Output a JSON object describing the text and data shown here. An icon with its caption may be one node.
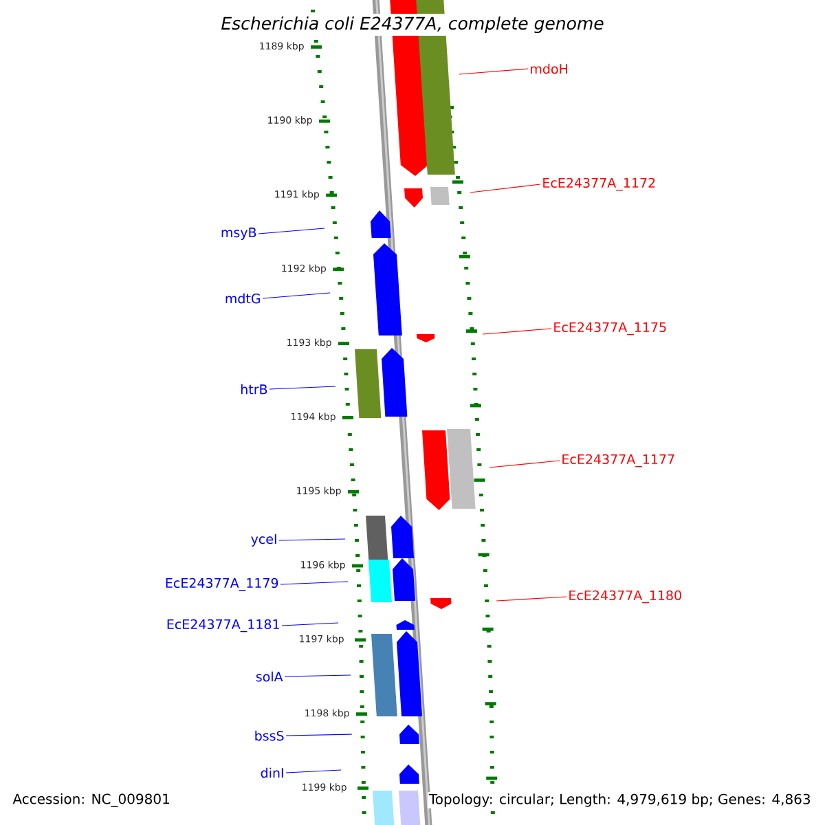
{
  "diagram": {
    "title": "Escherichia coli E24377A, complete genome",
    "nodes": [
      {
        "text": [
          "mdoH"
        ]
      },
      {
        "text": [
          "EcE24377A_1172"
        ]
      },
      {
        "text": [
          "msyB"
        ]
      },
      {
        "text": [
          "mdtG"
        ]
      },
      {
        "text": [
          "EcE24377A_1175"
        ]
      },
      {
        "text": [
          "htrB"
        ]
      },
      {
        "text": [
          "EcE24377A_1177"
        ]
      },
      {
        "text": [
          "yceI"
        ]
      },
      {
        "text": [
          "EcE24377A_1179"
        ]
      },
      {
        "text": [
          "EcE24377A_1180"
        ]
      },
      {
        "text": [
          "EcE24377A_1181"
        ]
      },
      {
        "text": [
          "solA"
        ]
      },
      {
        "text": [
          "bssS"
        ]
      },
      {
        "text": [
          "dinI"
        ]
      }
    ],
    "edges": [
      {
        "from": 0,
        "to": null,
        "arrow": "none",
        "color": "#ff0000"
      },
      {
        "from": 1,
        "to": null,
        "arrow": "none",
        "color": "#ff0000"
      },
      {
        "from": 2,
        "to": null,
        "arrow": "none"
      },
      {
        "from": 3,
        "to": null,
        "arrow": "none"
      },
      {
        "from": 4,
        "to": null,
        "arrow": "none",
        "color": "#ff0000"
      },
      {
        "from": 5,
        "to": null,
        "arrow": "none"
      },
      {
        "from": 6,
        "to": null,
        "arrow": "none",
        "color": "#ff0000"
      },
      {
        "from": 7,
        "to": null,
        "arrow": "none"
      },
      {
        "from": 8,
        "to": null,
        "arrow": "none"
      },
      {
        "from": 9,
        "to": null,
        "arrow": "none",
        "color": "#ff0000"
      },
      {
        "from": 10,
        "to": null,
        "arrow": "none"
      },
      {
        "from": 11,
        "to": null,
        "arrow": "none"
      },
      {
        "from": 12,
        "to": null,
        "arrow": "none"
      },
      {
        "from": 13,
        "to": null,
        "arrow": "none"
      }
    ],
    "labels": [
      "1189 kbp",
      "1190 kbp",
      "1191 kbp",
      "1192 kbp",
      "1193 kbp",
      "1194 kbp",
      "1195 kbp",
      "1196 kbp",
      "1197 kbp",
      "1198 kbp",
      "1199 kbp",
      "Accession: NC_009801",
      "Topology: circular; Length: 4,979,619 bp; Genes: 4,863"
    ]
  }
}
